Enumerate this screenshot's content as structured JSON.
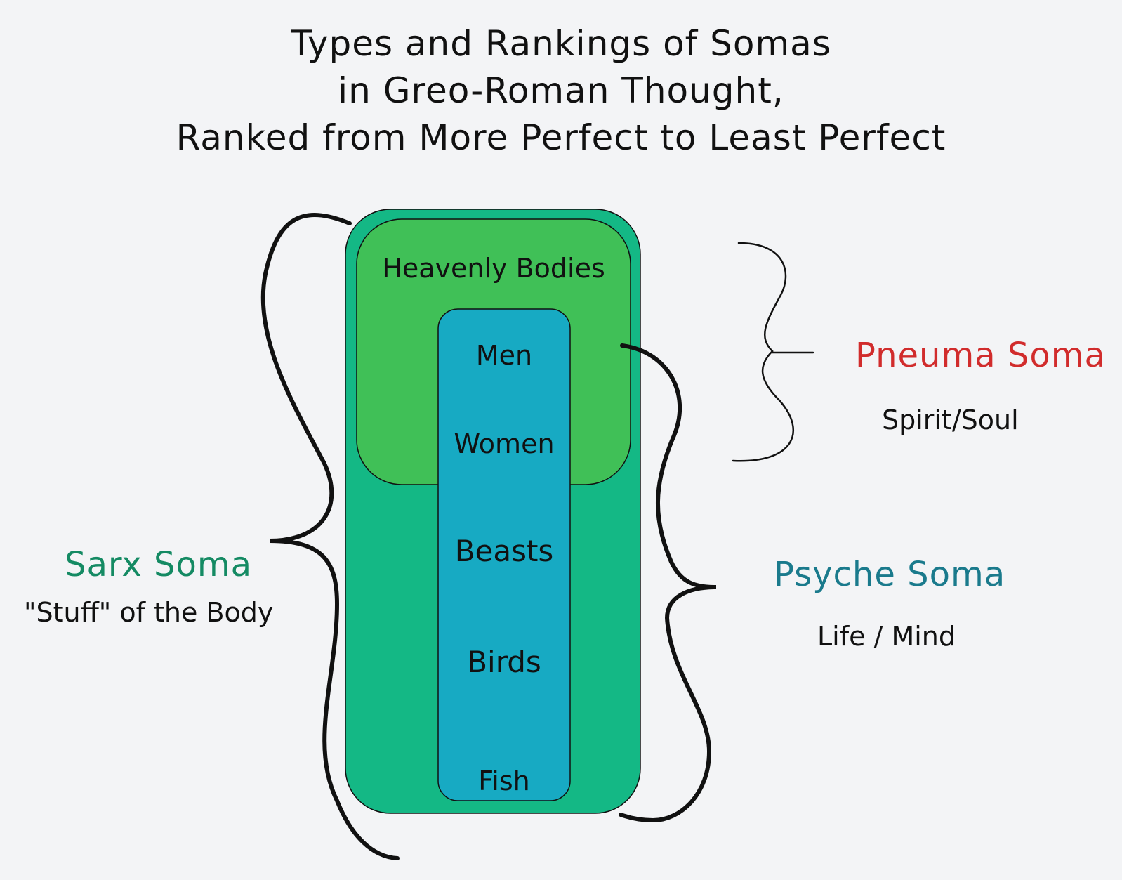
{
  "title": {
    "line1": "Types and Rankings of Somas",
    "line2": "in Greo-Roman Thought,",
    "line3": "Ranked from More Perfect to Least Perfect"
  },
  "hierarchy": {
    "heavenly": "Heavenly Bodies",
    "men": "Men",
    "women": "Women",
    "beasts": "Beasts",
    "birds": "Birds",
    "fish": "Fish"
  },
  "pneuma": {
    "title": "Pneuma Soma",
    "subtitle": "Spirit/Soul",
    "color": "#d12c2c"
  },
  "psyche": {
    "title": "Psyche Soma",
    "subtitle": "Life / Mind",
    "color": "#1a7a8c"
  },
  "sarx": {
    "title": "Sarx Soma",
    "subtitle": "\"Stuff\" of the Body",
    "color": "#148a63"
  },
  "colors": {
    "outer_box": "#14b885",
    "upper_box": "#40c057",
    "inner_column": "#17aac3",
    "background": "#f3f4f6"
  }
}
